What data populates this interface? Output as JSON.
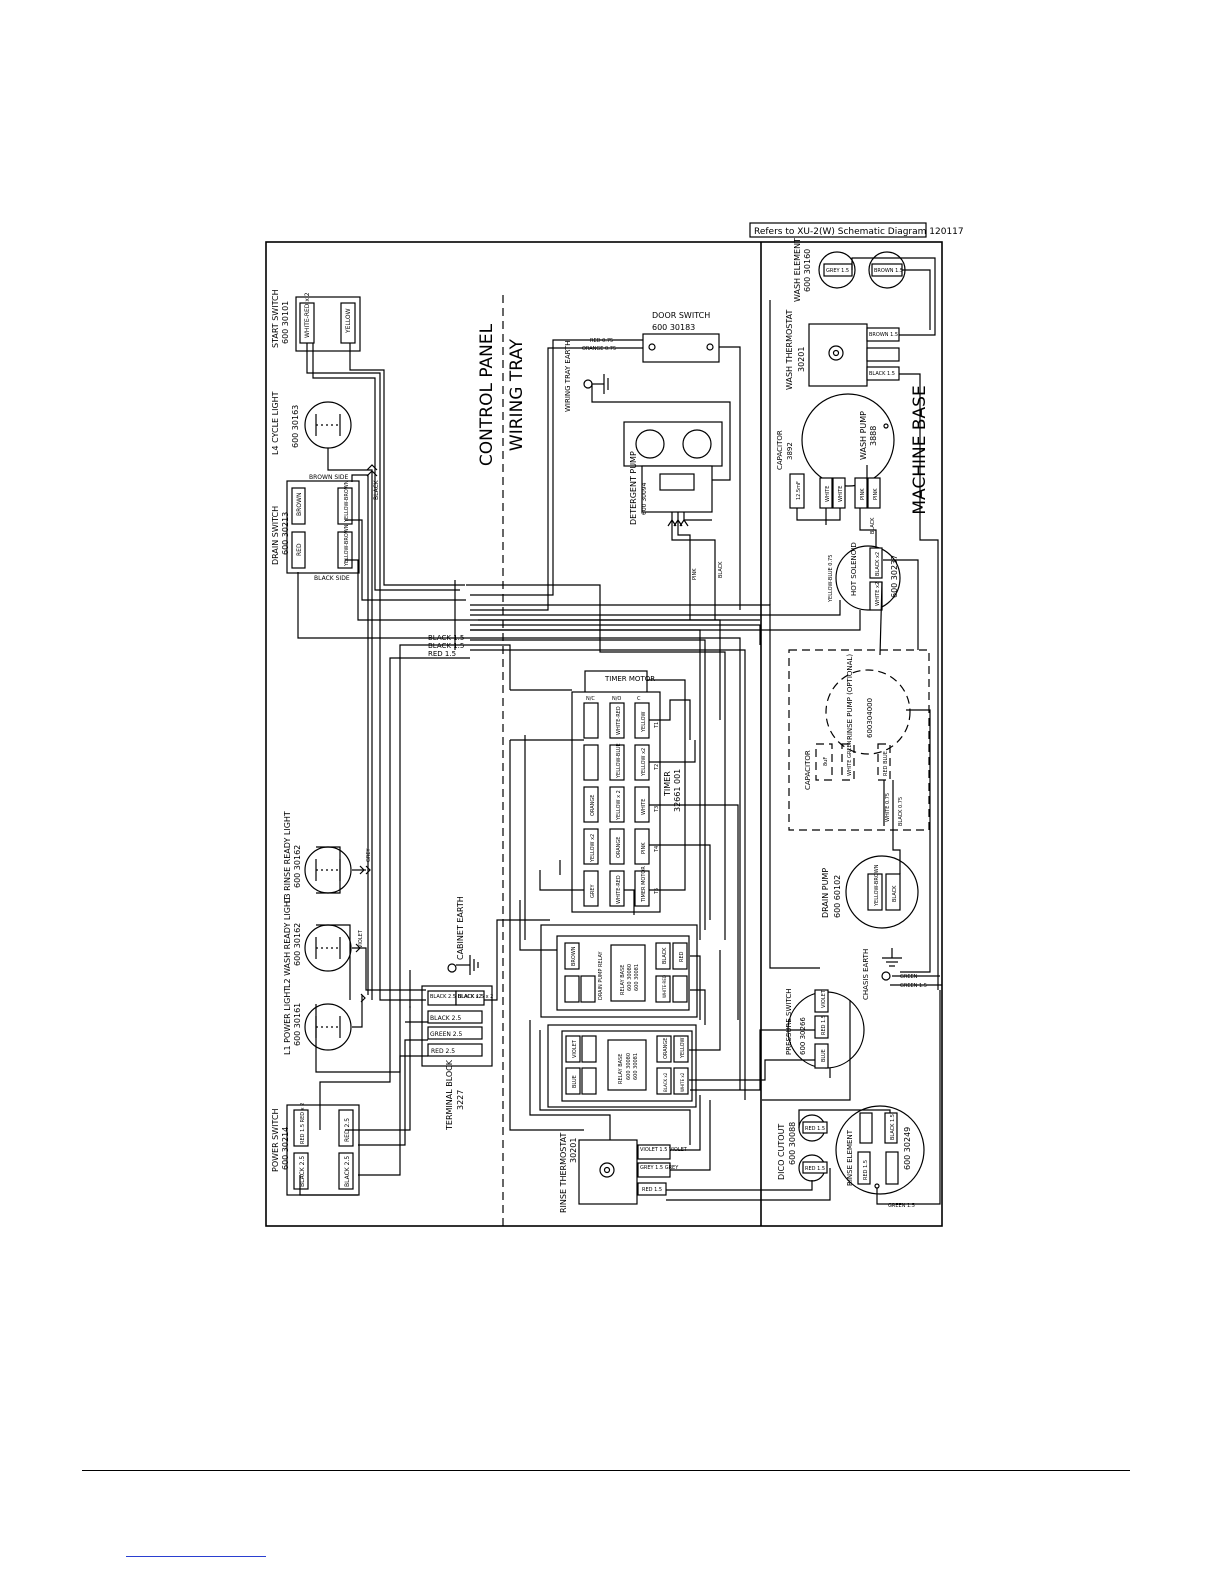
{
  "reference_note": "Refers to XU-2(W) Schematic Diagram 120117",
  "sections": {
    "control_panel": "CONTROL PANEL",
    "wiring_tray": "WIRING TRAY",
    "machine_base": "MACHINE BASE"
  },
  "components": {
    "start_switch": {
      "name": "START SWITCH",
      "part": "600 30101",
      "terminals": [
        "WHITE-RED x 2",
        "YELLOW"
      ]
    },
    "cycle_light": {
      "name": "L4 CYCLE LIGHT",
      "part": "600 30163"
    },
    "drain_switch": {
      "name": "DRAIN SWITCH",
      "part": "600 30213",
      "brown_side": "BROWN SIDE",
      "black_side": "BLACK SIDE",
      "terminals": [
        "BROWN",
        "YELLOW-BROWN",
        "RED",
        "YELLOW-BROWN"
      ]
    },
    "rinse_ready_light": {
      "name": "L3 RINSE READY LIGHT",
      "part": "600 30162"
    },
    "wash_ready_light": {
      "name": "L2 WASH READY LIGHT",
      "part": "600 30162"
    },
    "power_light": {
      "name": "L1 POWER LIGHT",
      "part": "600 30161"
    },
    "power_switch": {
      "name": "POWER SWITCH",
      "part": "600 30214",
      "terminals": [
        "RED 1.5 RED x 2",
        "RED 2.5",
        "BLACK 2.5",
        "BLACK 2.5"
      ]
    },
    "terminal_block": {
      "name": "TERMINAL BLOCK",
      "part": "3227",
      "terminals": [
        "BLACK 2.5 BLACK x2",
        "BLACK 1.5 x 2",
        "BLACK 2.5",
        "GREEN 2.5",
        "RED 2.5"
      ]
    },
    "cabinet_earth": "CABINET EARTH",
    "door_switch": {
      "name": "DOOR SWITCH",
      "part": "600 30183",
      "wires": [
        "RED 0.75",
        "ORANGE 0.75"
      ]
    },
    "wiring_tray_earth": "WIRING TRAY EARTH",
    "detergent_pump": {
      "name": "DETERGENT PUMP",
      "part": "600 30094"
    },
    "timer": {
      "name": "TIMER",
      "part": "32661 001",
      "motor": "TIMER MOTOR",
      "headers": [
        "N/C",
        "N/O",
        "C"
      ],
      "terminals": [
        "WHITE-RED",
        "YELLOW",
        "YELLOW-BLUE",
        "YELLOW x2",
        "ORANGE",
        "YELLOW x 2",
        "WHITE",
        "YELLOW x2",
        "ORANGE",
        "PINK",
        "GREY",
        "WHITE-RED",
        "TIMER MOTOR"
      ],
      "contacts": [
        "T1",
        "T2",
        "T3",
        "T4",
        "T5"
      ]
    },
    "drain_pump_relay": {
      "name": "DRAIN PUMP RELAY",
      "base": "RELAY BASE",
      "parts": [
        "600 30080",
        "600 30081"
      ],
      "terminals": [
        "BROWN",
        "BLACK",
        "RED",
        "WHITE-RED"
      ]
    },
    "relay_2": {
      "base": "RELAY BASE",
      "parts": [
        "600 30080",
        "600 30081"
      ],
      "terminals": [
        "VIOLET",
        "BLUE",
        "ORANGE",
        "YELLOW",
        "BLACK x2",
        "WHITE x2"
      ]
    },
    "rinse_thermostat": {
      "name": "RINSE THERMOSTAT",
      "part": "30201",
      "terminals": [
        "VIOLET 1.5 VIOLET",
        "GREY 1.5 GREY",
        "RED 1.5"
      ]
    },
    "wash_element": {
      "name": "WASH ELEMENT",
      "part": "600 30160",
      "terminals": [
        "GREY 1.5",
        "BROWN 1.5"
      ]
    },
    "wash_thermostat": {
      "name": "WASH THERMOSTAT",
      "part": "30201",
      "terminals": [
        "BROWN 1.5",
        "BLACK 1.5"
      ]
    },
    "wash_pump": {
      "name": "WASH PUMP",
      "part": "3888"
    },
    "capacitor_1": {
      "name": "CAPACITOR",
      "part": "3892",
      "terminals": [
        "12.5mF",
        "WHITE",
        "WHITE",
        "PINK",
        "PINK"
      ]
    },
    "hot_solenoid": {
      "name": "HOT SOLENOID",
      "part": "600 30237",
      "terminals": [
        "BLACK x2",
        "WHITE x2"
      ]
    },
    "rinse_pump": {
      "name": "RINSE PUMP (OPTIONAL)",
      "part": "600304000"
    },
    "capacitor_2": {
      "name": "CAPACITOR",
      "terminals": [
        "8uF",
        "WHITE GREEN",
        "RED BLUE"
      ]
    },
    "drain_pump": {
      "name": "DRAIN PUMP",
      "part": "600 60102",
      "terminals": [
        "YELLOW-BROWN",
        "BLACK"
      ]
    },
    "chasis_earth": "CHASIS EARTH",
    "pressure_switch": {
      "name": "PRESSURE SWITCH",
      "part": "600 30266",
      "terminals": [
        "VIOLET",
        "RED 1.5",
        "BLUE"
      ]
    },
    "dico_cutout": {
      "name": "DICO CUTOUT",
      "part": "600 30088",
      "terminals": [
        "RED 1.5",
        "RED 1.5"
      ]
    },
    "rinse_element": {
      "name": "RINSE ELEMENT",
      "part": "600 30249",
      "terminals": [
        "BLACK 1.5",
        "RED 1.5"
      ]
    }
  },
  "wire_labels": [
    "BLACK",
    "BLACK 1.5",
    "BLACK 1.5",
    "RED 1.5",
    "PINK",
    "BLACK",
    "GREY",
    "VIOLET",
    "YELLOW-BLUE 0.75",
    "BLACK",
    "WHITE 0.75",
    "BLACK 0.75",
    "GREEN",
    "GREEN 1.5",
    "GREEN 1.5"
  ]
}
